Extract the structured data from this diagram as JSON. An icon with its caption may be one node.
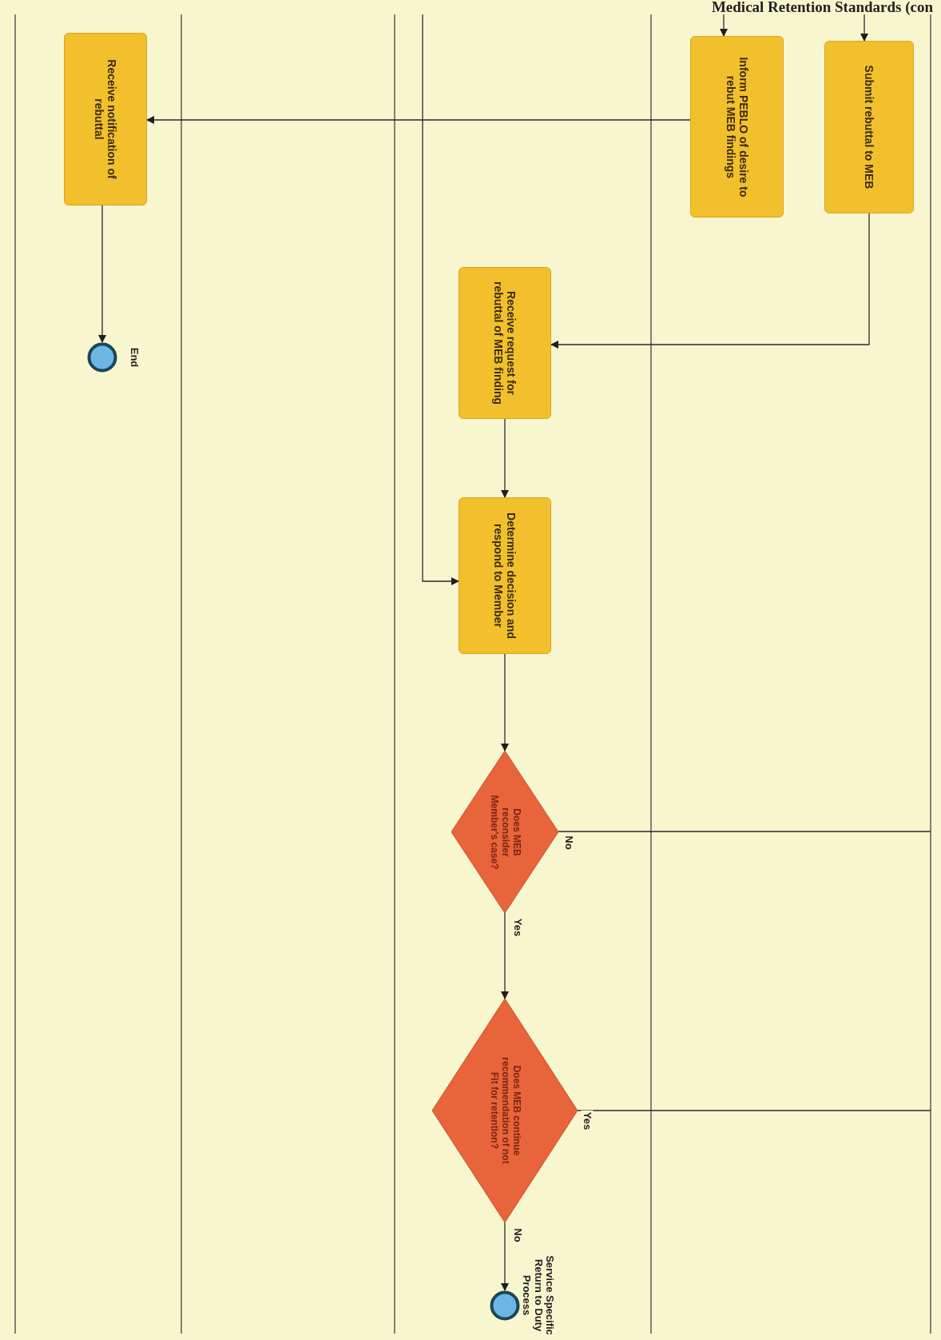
{
  "diagram": {
    "title": "Medical Retention Standards (con",
    "nodes": [
      {
        "text": [
          "Submit rebuttal to MEB"
        ]
      },
      {
        "text": [
          "Inform PEBLO of desire to rebut MEB findings"
        ]
      },
      {
        "text": [
          "Receive request for rebuttal of MEB finding"
        ]
      },
      {
        "text": [
          "Determine decision and respond to Member"
        ]
      },
      {
        "text": [
          "Does MEB reconsider Member's case?"
        ]
      },
      {
        "text": [
          "Does MEB continue recommendation of not Fit for retention?"
        ]
      },
      {
        "text": [],
        "shape": "circle",
        "beside": [
          "Service Specific Return to Duty Process"
        ]
      },
      {
        "text": [
          "Receive notification of rebuttal"
        ]
      },
      {
        "text": [],
        "shape": "circle",
        "beside": [
          "End"
        ]
      }
    ],
    "edges": [
      {
        "from": null,
        "to": 0,
        "arrow": "to"
      },
      {
        "from": null,
        "to": 1,
        "arrow": "to"
      },
      {
        "from": 1,
        "to": 7,
        "arrow": "to"
      },
      {
        "from": 0,
        "to": 2,
        "arrow": "to"
      },
      {
        "from": 2,
        "to": 3,
        "arrow": "to"
      },
      {
        "from": null,
        "to": 3,
        "arrow": "to"
      },
      {
        "from": 3,
        "to": 4,
        "arrow": "to"
      },
      {
        "from": 4,
        "to": 5,
        "arrow": "to",
        "label": "Yes"
      },
      {
        "from": 4,
        "to": null,
        "arrow": "none",
        "label": "No"
      },
      {
        "from": 5,
        "to": null,
        "arrow": "none",
        "label": "Yes"
      },
      {
        "from": 5,
        "to": 6,
        "arrow": "to",
        "label": "No"
      },
      {
        "from": 7,
        "to": 8,
        "arrow": "to"
      }
    ]
  }
}
